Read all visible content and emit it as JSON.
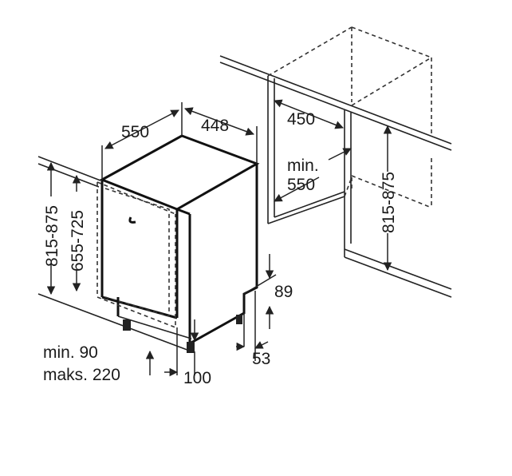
{
  "dimensions": {
    "width_top": "550",
    "depth_top": "448",
    "niche_depth": "450",
    "niche_min_label": "min.",
    "niche_min_value": "550",
    "niche_height": "815-875",
    "total_height": "815-875",
    "front_height": "655-725",
    "plinth_height": "89",
    "plinth_offset": "53",
    "toe_min": "min. 90",
    "toe_max": "maks. 220",
    "toe_depth": "100"
  }
}
